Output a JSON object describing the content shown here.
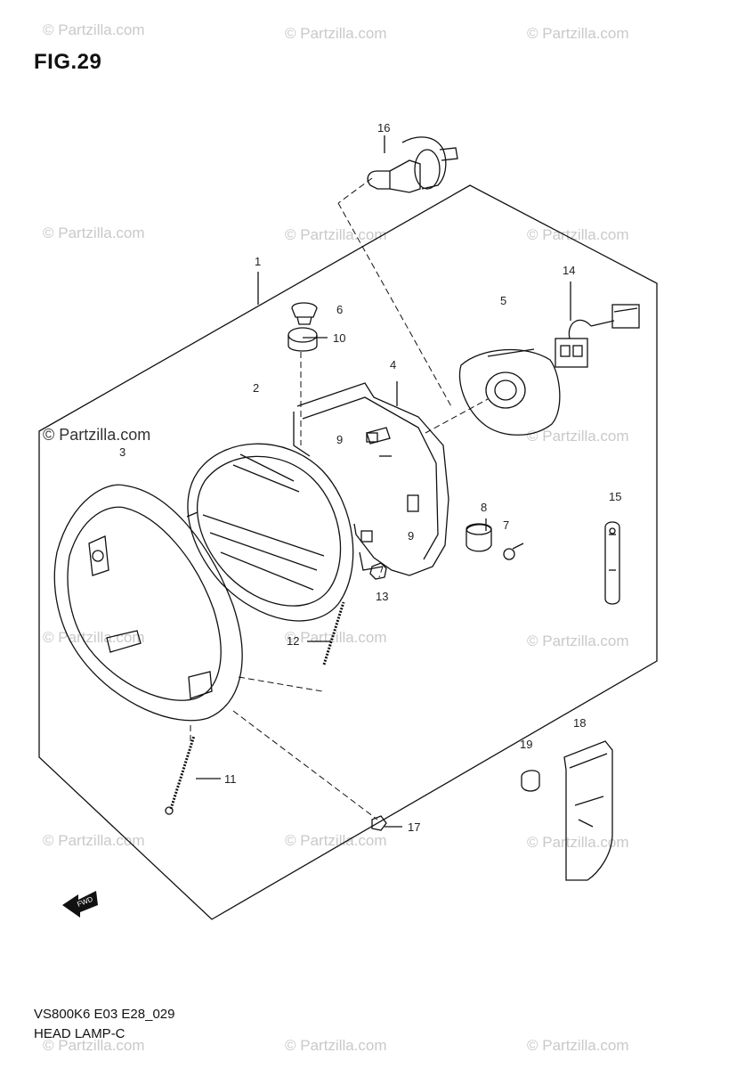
{
  "figure": {
    "title": "FIG.29"
  },
  "footer": {
    "code": "VS800K6 E03 E28_029",
    "name": "HEAD LAMP-C"
  },
  "watermark": {
    "text": "© Partzilla.com",
    "strong_text": "© Partzilla.com"
  },
  "callouts": {
    "c1": "1",
    "c2": "2",
    "c3": "3",
    "c4": "4",
    "c5": "5",
    "c6": "6",
    "c7": "7",
    "c8": "8",
    "c9a": "9",
    "c9b": "9",
    "c10": "10",
    "c11": "11",
    "c12": "12",
    "c13": "13",
    "c14": "14",
    "c15": "15",
    "c16": "16",
    "c17": "17",
    "c18": "18",
    "c19": "19"
  },
  "front_arrow": {
    "text": "FWD"
  }
}
